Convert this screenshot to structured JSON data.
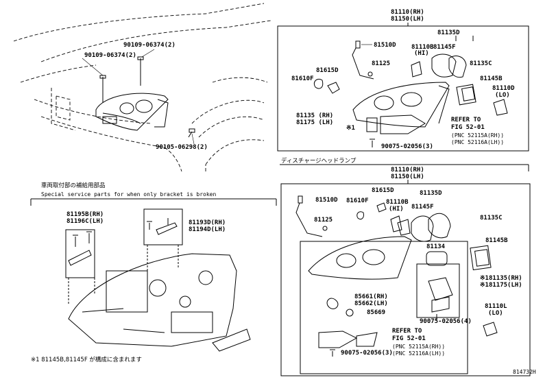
{
  "diagram_code": "814732H",
  "top_left": {
    "bolt_a": "90109-06374(2)",
    "bolt_b": "90109-06374(2)",
    "bolt_c": "90105-06298(2)"
  },
  "top_right": {
    "assy_rh": "81110(RH)",
    "assy_lh": "81150(LH)",
    "p_81510d": "81510D",
    "p_81110b": "81110B",
    "p_hi": "(HI)",
    "p_81135d": "81135D",
    "p_81145f": "81145F",
    "p_81125": "81125",
    "p_81135c": "81135C",
    "p_81615d": "81615D",
    "p_81145b": "81145B",
    "p_81610f": "81610F",
    "p_81110d": "81110D",
    "p_lo": "(LO)",
    "p_81135": "81135 (RH)",
    "p_81175": "81175 (LH)",
    "note_mark": "※1",
    "refer": "REFER TO",
    "fig": "FIG 52-01",
    "pnc_rh": "(PNC 52115A(RH))",
    "pnc_lh": "(PNC 52116A(LH))",
    "screw": "90075-02056(3)"
  },
  "section_left": {
    "title_jp": "車両取付部の補給用部品",
    "title_en": "Special service parts for when only bracket is broken",
    "p_81195b": "81195B(RH)",
    "p_81196c": "81196C(LH)",
    "p_81193d": "81193D(RH)",
    "p_81194d": "81194D(LH)",
    "footnote": "※1 81145B,81145F が構成に含まれます"
  },
  "bottom_right": {
    "title_jp": "ディスチャージヘッドランプ",
    "assy_rh": "81110(RH)",
    "assy_lh": "81150(LH)",
    "p_81615d": "81615D",
    "p_81510d": "81510D",
    "p_81610f": "81610F",
    "p_81110b": "81110B",
    "p_hi": "(HI)",
    "p_81135d": "81135D",
    "p_81145f": "81145F",
    "p_81125": "81125",
    "p_81135c": "81135C",
    "p_81145b": "81145B",
    "p_81134": "81134",
    "p_81135": "※181135(RH)",
    "p_81175": "※181175(LH)",
    "p_85661": "85661(RH)",
    "p_85662": "85662(LH)",
    "p_85669": "85669",
    "screw4": "90075-02056(4)",
    "p_81110l": "81110L",
    "p_lo": "(LO)",
    "refer": "REFER TO",
    "fig": "FIG 52-01",
    "pnc_rh": "(PNC 52115A(RH))",
    "pnc_lh": "(PNC 52116A(LH))",
    "screw3": "90075-02056(3)"
  }
}
